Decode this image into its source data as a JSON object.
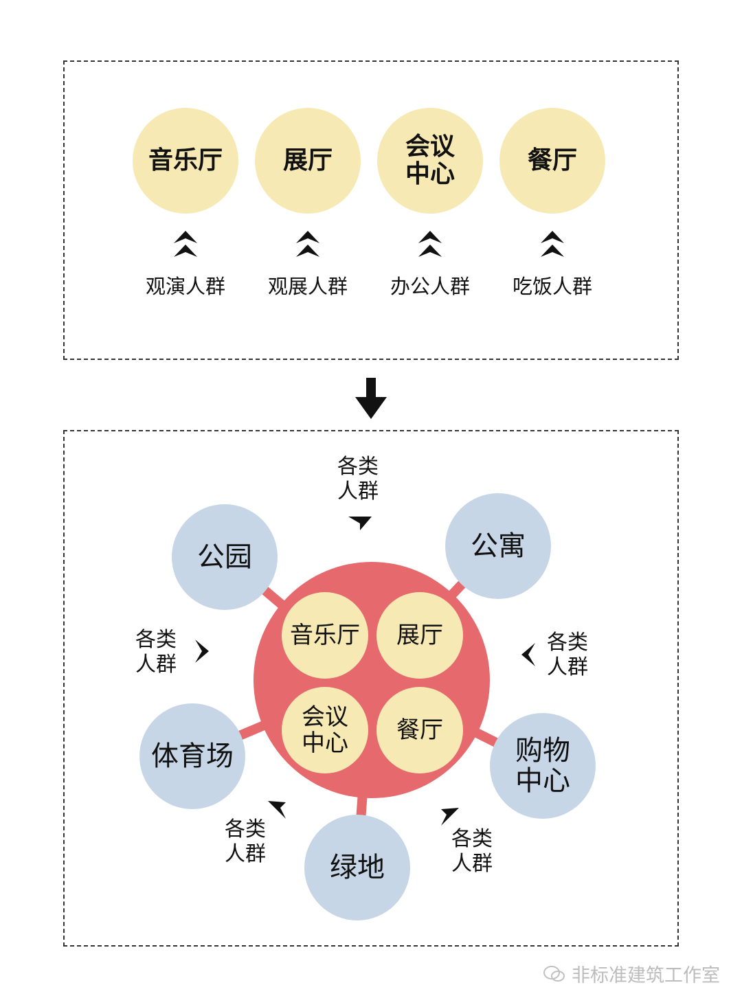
{
  "top": {
    "venues": [
      "音乐厅",
      "展厅",
      "会议中心",
      "餐厅"
    ],
    "venue_lines": [
      [
        "音乐厅"
      ],
      [
        "展厅"
      ],
      [
        "会议",
        "中心"
      ],
      [
        "餐厅"
      ]
    ],
    "groups": [
      "观演人群",
      "观展人群",
      "办公人群",
      "吃饭人群"
    ]
  },
  "bottom": {
    "inner_venues": [
      [
        "音乐厅"
      ],
      [
        "展厅"
      ],
      [
        "会议",
        "中心"
      ],
      [
        "餐厅"
      ]
    ],
    "surroundings": {
      "park": "公园",
      "apartment": "公寓",
      "stadium": "体育场",
      "mall_line1": "购物",
      "mall_line2": "中心",
      "green": "绿地"
    },
    "crowd_line1": "各类",
    "crowd_line2": "人群"
  },
  "watermark": "非标准建筑工作室",
  "colors": {
    "venue_yellow": "#f6e9b3",
    "surrounding_blue": "#c7d6e7",
    "hub_red": "#e66a6d"
  }
}
